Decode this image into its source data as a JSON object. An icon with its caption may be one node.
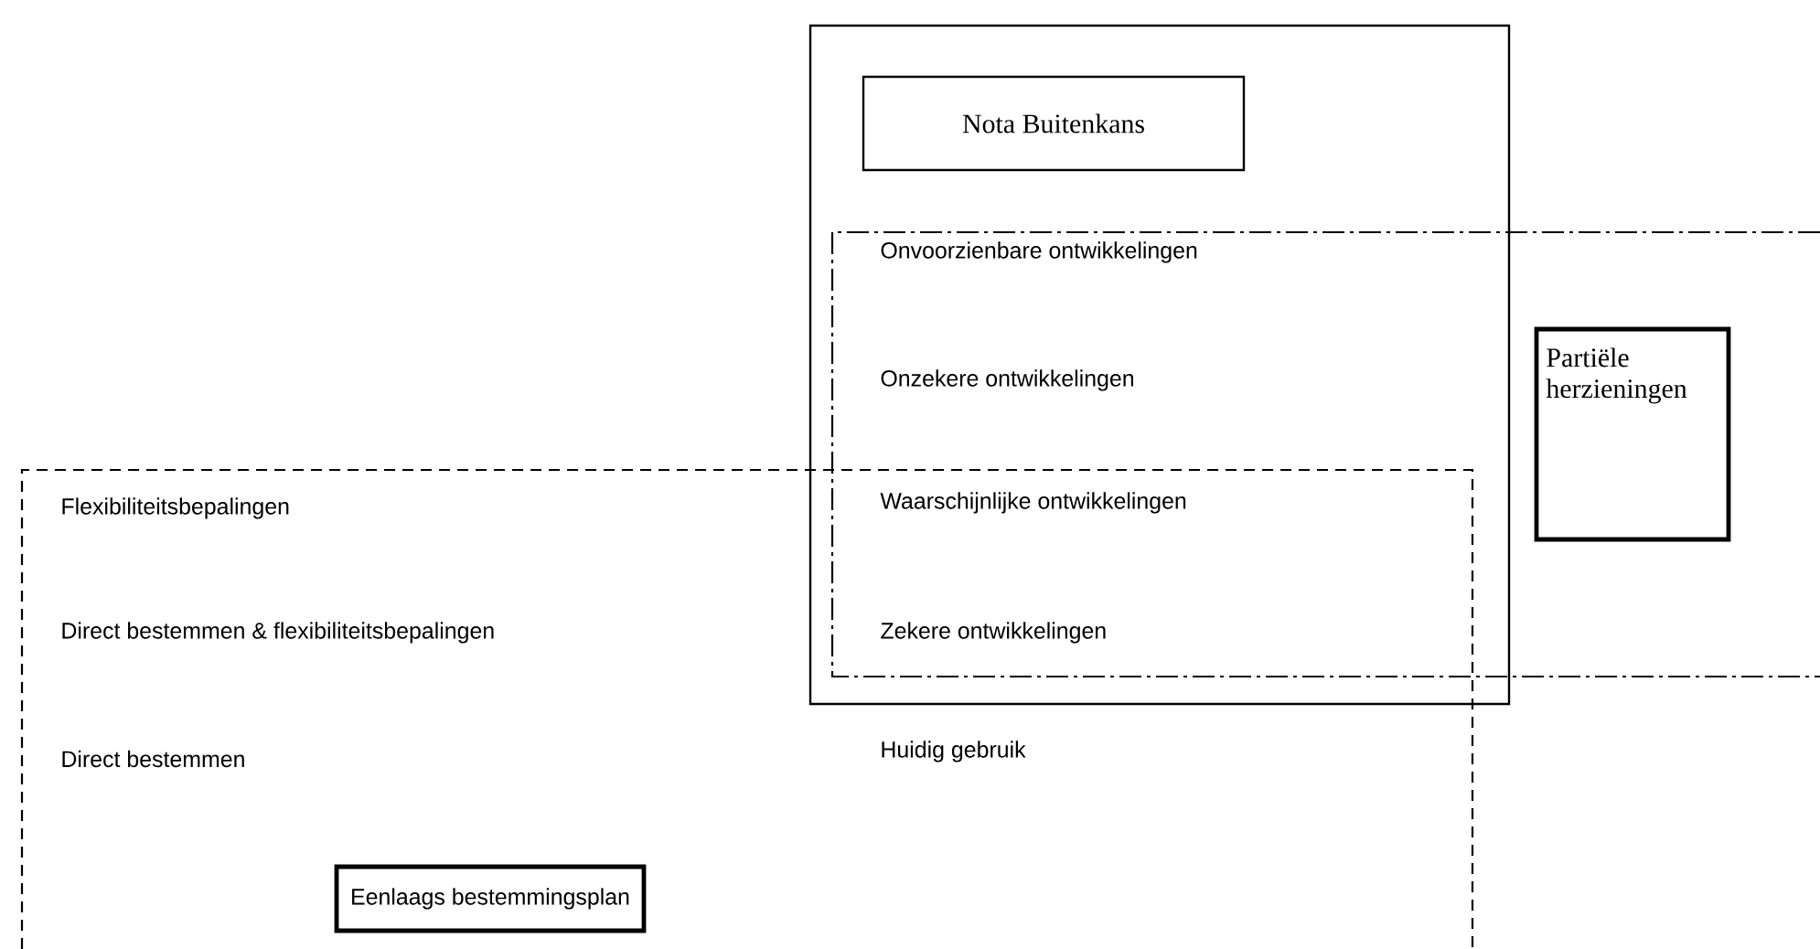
{
  "diagram": {
    "nodes": [
      {
        "text": [],
        "shape": "box"
      },
      {
        "text": [
          "Nota Buitenkans"
        ],
        "in": 0
      },
      {
        "text": [],
        "shape": "box"
      },
      {
        "text": [
          "Partiële herzieningen"
        ],
        "in": 2
      },
      {
        "text": [],
        "shape": "box"
      },
      {
        "text": [
          "Eenlaags bestemmingsplan"
        ],
        "in": 4
      }
    ],
    "labels": [
      "Onvoorzienbare ontwikkelingen",
      "Onzekere ontwikkelingen",
      "Flexibiliteitsbepalingen",
      "Waarschijnlijke ontwikkelingen",
      "Direct bestemmen & flexibiliteitsbepalingen",
      "Zekere ontwikkelingen",
      "Direct bestemmen",
      "Huidig gebruik"
    ]
  }
}
